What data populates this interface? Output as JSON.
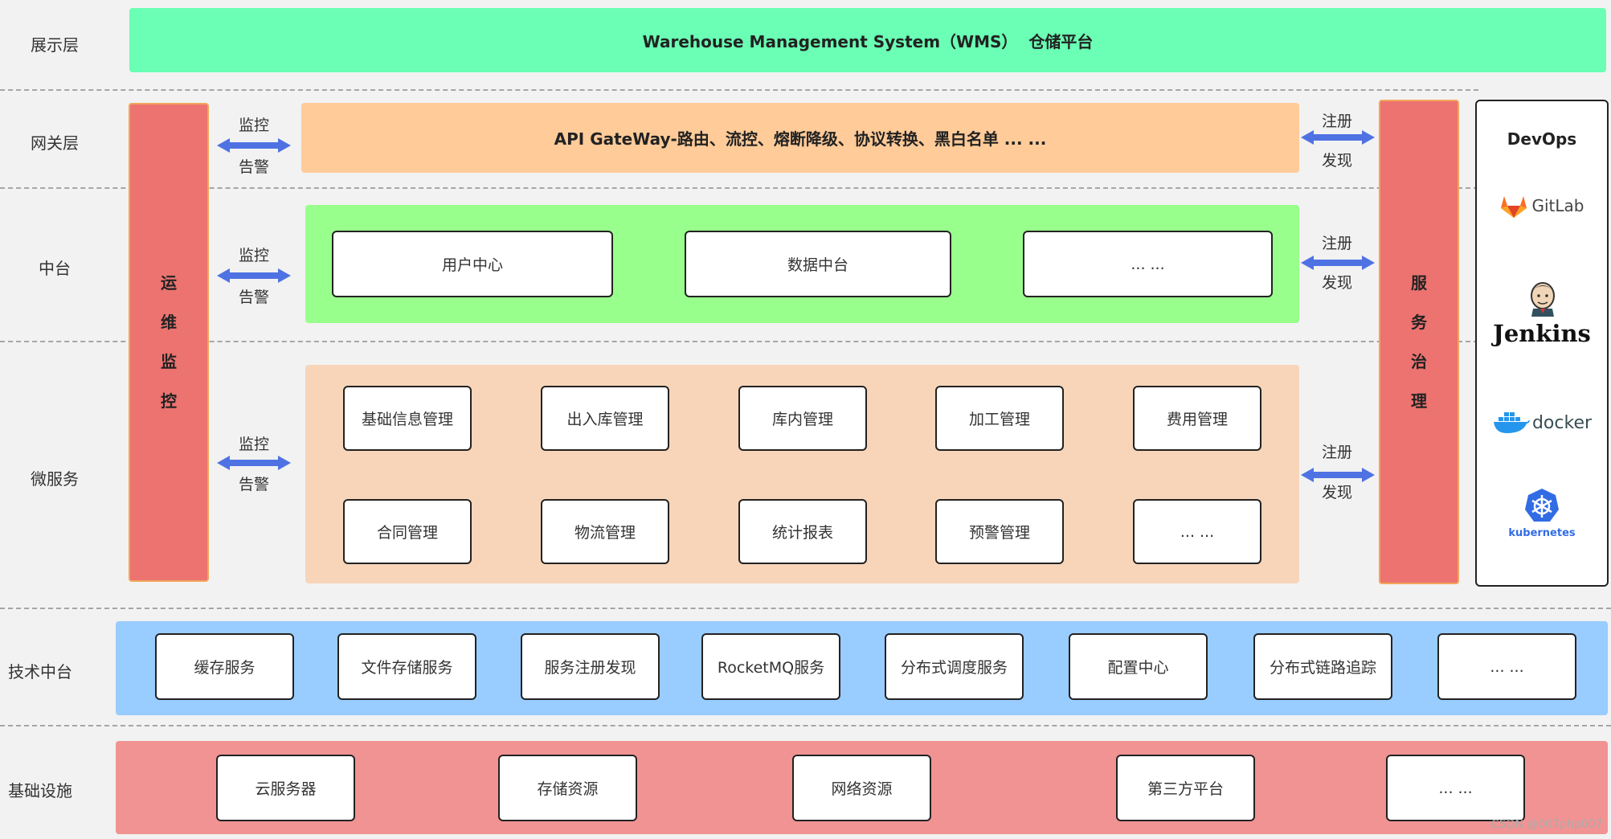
{
  "layers": {
    "presentation": "展示层",
    "gateway": "网关层",
    "middle": "中台",
    "microservice": "微服务",
    "tech_platform": "技术中台",
    "infrastructure": "基础设施"
  },
  "presentation_title": "Warehouse Management System（WMS）  仓储平台",
  "gateway_title": "API GateWay-路由、流控、熔断降级、协议转换、黑白名单 ... ...",
  "ops_monitor": {
    "chars": [
      "运",
      "维",
      "监",
      "控"
    ]
  },
  "service_governance": {
    "chars": [
      "服",
      "务",
      "治",
      "理"
    ]
  },
  "monitor_arrows": {
    "top": "监控",
    "bottom": "告警"
  },
  "register_arrows": {
    "top": "注册",
    "bottom": "发现"
  },
  "middle_boxes": [
    "用户中心",
    "数据中台",
    "... ..."
  ],
  "microservice_boxes": [
    "基础信息管理",
    "出入库管理",
    "库内管理",
    "加工管理",
    "费用管理",
    "合同管理",
    "物流管理",
    "统计报表",
    "预警管理",
    "... ..."
  ],
  "tech_boxes": [
    "缓存服务",
    "文件存储服务",
    "服务注册发现",
    "RocketMQ服务",
    "分布式调度服务",
    "配置中心",
    "分布式链路追踪",
    "... ..."
  ],
  "infra_boxes": [
    "云服务器",
    "存储资源",
    "网络资源",
    "第三方平台",
    "... ..."
  ],
  "devops": {
    "title": "DevOps",
    "gitlab": "GitLab",
    "jenkins": "Jenkins",
    "docker": "docker",
    "kubernetes": "kubernetes"
  },
  "watermark": "CSDN @007php007",
  "colors": {
    "presentation": "#6affb4",
    "gateway": "#ffcb99",
    "middle": "#99ff8c",
    "microservice": "#f8d5b9",
    "tech": "#99ccff",
    "infra": "#f19393",
    "bar": "#ec7370",
    "arrow": "#4f72e3"
  }
}
